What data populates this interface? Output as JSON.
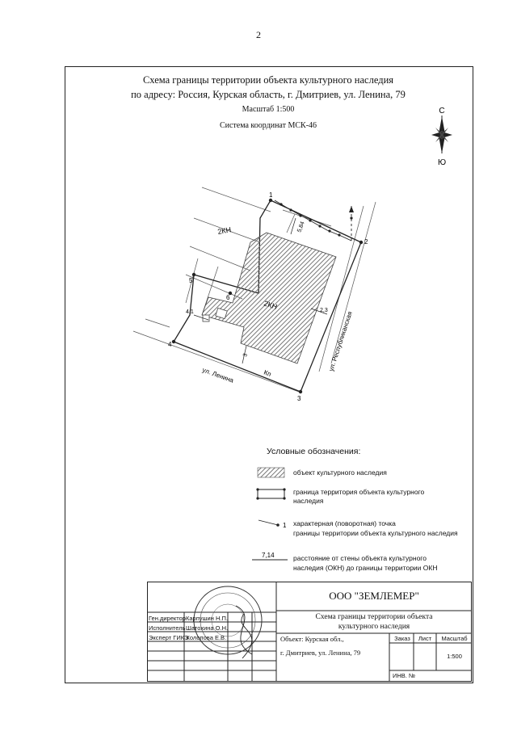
{
  "page_number": "2",
  "header": {
    "title_line1": "Схема границы территории объекта культурного наследия",
    "title_line2": "по адресу: Россия, Курская область, г. Дмитриев, ул. Ленина, 79",
    "scale": "Масштаб 1:500",
    "coord_system": "Система координат МСК-46"
  },
  "compass": {
    "north": "С",
    "south": "Ю"
  },
  "map": {
    "points": [
      "1",
      "2",
      "3",
      "4",
      "5",
      "6"
    ],
    "plot_label_top": "2КН",
    "plot_label_main": "2КН",
    "street_lenina": "ул. Ленина",
    "street_respublikanskaya": "ул. Республиканская",
    "kn_label": "Кп",
    "dist_584": "5,84",
    "dist_41": "4,1",
    "dist_23": "2,3",
    "dist_3": "3"
  },
  "legend": {
    "title": "Условные обозначения:",
    "item1": "объект культурного наследия",
    "item2_l1": "граница территория объекта культурного",
    "item2_l2": "наследия",
    "item3_marker": "1",
    "item3_l1": "характерная (поворотная) точка",
    "item3_l2": "границы территории объекта культурного наследия",
    "item4_marker": "7,14",
    "item4_l1": "расстояние от стены объекта культурного",
    "item4_l2": "наследия (ОКН) до границы территории ОКН"
  },
  "title_block": {
    "company": "ООО \"ЗЕМЛЕМЕР\"",
    "doc_title_l1": "Схема границы территории объекта",
    "doc_title_l2": "культурного наследия",
    "role1": "Ген.директор",
    "name1": "Карпушин Н.П.",
    "role2": "Исполнитель",
    "name2": "Шатохина О.Н.",
    "role3": "Эксперт ГИКЭ",
    "name3": "Холопова Е.В.",
    "object_l1": "Объект: Курская обл.,",
    "object_l2": "г. Дмитриев, ул. Ленина, 79",
    "col_order": "Заказ",
    "col_sheet": "Лист",
    "col_scale": "Масштаб",
    "scale_value": "1:500",
    "inv": "ИНВ. №"
  },
  "colors": {
    "line": "#222222",
    "hatch": "#777777"
  }
}
